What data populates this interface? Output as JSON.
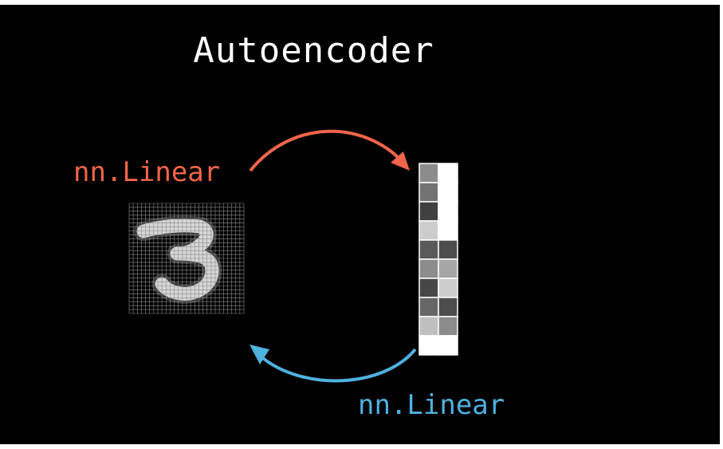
{
  "title": "Autoencoder",
  "encoder": {
    "label": "nn.Linear",
    "color": "#f2654b"
  },
  "decoder": {
    "label": "nn.Linear",
    "color": "#4fb1de"
  },
  "input_image": {
    "digit": "3",
    "grid_cells": 28
  },
  "latent_vector": {
    "columns": [
      [
        0.55,
        0.45,
        0.25,
        0.8,
        0.35,
        0.55,
        0.28,
        0.4,
        0.75,
        1.0
      ],
      [
        1.0,
        1.0,
        1.0,
        1.0,
        0.3,
        0.65,
        0.8,
        0.3,
        0.55,
        1.0
      ]
    ]
  }
}
